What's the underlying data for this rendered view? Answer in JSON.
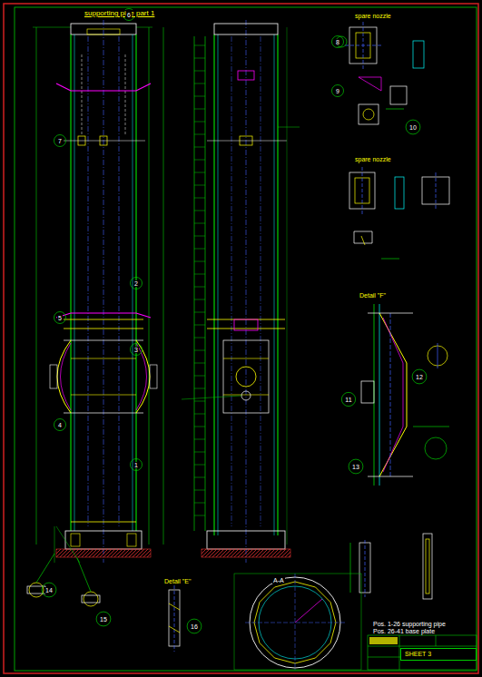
{
  "diagram": {
    "title": "supporting pipe part 1",
    "nodes": [
      {
        "text": [
          "SHEET 3"
        ]
      }
    ],
    "labels": [
      "spare nozzle",
      "spare nozzle",
      "Detail \"F\"",
      "Detail \"E\"",
      "A-A",
      "Pos. 1-26 supporting pipe",
      "Pos. 26-41 base plate",
      "1",
      "2",
      "3",
      "4",
      "5",
      "6",
      "7",
      "8",
      "9",
      "10",
      "11",
      "12",
      "13",
      "14",
      "15",
      "16"
    ]
  }
}
